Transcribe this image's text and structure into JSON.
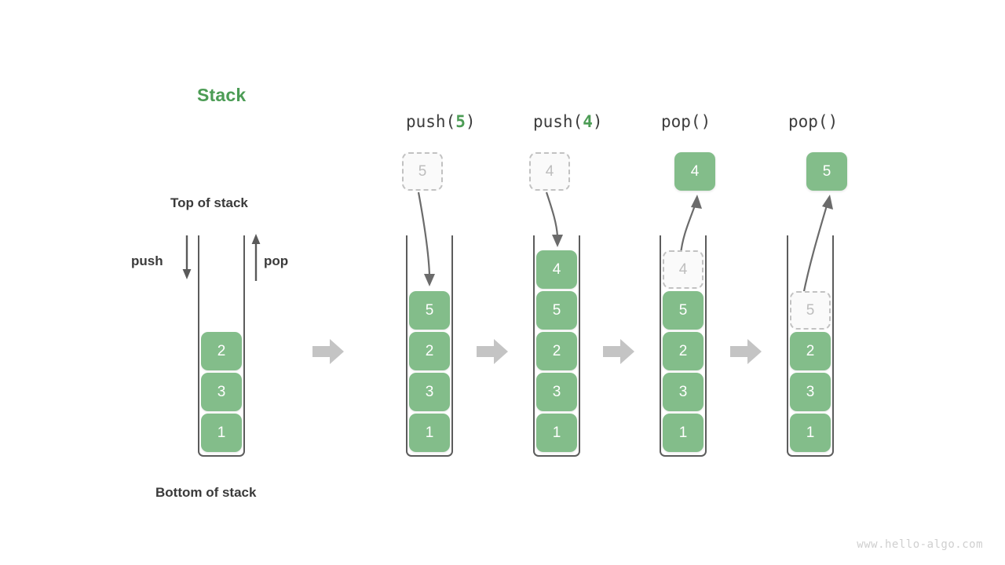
{
  "title": "Stack",
  "labels": {
    "top_of_stack": "Top of stack",
    "bottom_of_stack": "Bottom of stack",
    "push": "push",
    "pop": "pop"
  },
  "watermark": "www.hello-algo.com",
  "colors": {
    "cell_green": "#83bd8a",
    "title_green": "#4c9c55",
    "ghost_border": "#c2c2c2",
    "ghost_text": "#bdbdbd",
    "container_stroke": "#5c5c5c",
    "arrow_gray": "#c4c4c4",
    "curve_arrow": "#6b6b6b",
    "text_dark": "#3a3a3a",
    "watermark": "#cfcfcf"
  },
  "chart_data": {
    "type": "diagram",
    "title": "Stack",
    "description": "Stack push and pop operation sequence",
    "stages": [
      {
        "id": "initial",
        "operation": "",
        "op_prefix": "",
        "op_arg": "",
        "op_suffix": "",
        "cells": [
          "2",
          "3",
          "1"
        ],
        "ghost_in_stack": null,
        "ghost_above": null,
        "floating_above": null
      },
      {
        "id": "push5",
        "operation": "push(5)",
        "op_prefix": "push(",
        "op_arg": "5",
        "op_suffix": ")",
        "cells": [
          "5",
          "2",
          "3",
          "1"
        ],
        "ghost_in_stack": null,
        "ghost_above": "5",
        "floating_above": null
      },
      {
        "id": "push4",
        "operation": "push(4)",
        "op_prefix": "push(",
        "op_arg": "4",
        "op_suffix": ")",
        "cells": [
          "4",
          "5",
          "2",
          "3",
          "1"
        ],
        "ghost_in_stack": null,
        "ghost_above": "4",
        "floating_above": null
      },
      {
        "id": "pop1",
        "operation": "pop()",
        "op_prefix": "pop(",
        "op_arg": "",
        "op_suffix": ")",
        "cells": [
          "5",
          "2",
          "3",
          "1"
        ],
        "ghost_in_stack": "4",
        "ghost_above": null,
        "floating_above": "4"
      },
      {
        "id": "pop2",
        "operation": "pop()",
        "op_prefix": "pop(",
        "op_arg": "",
        "op_suffix": ")",
        "cells": [
          "2",
          "3",
          "1"
        ],
        "ghost_in_stack": "5",
        "ghost_above": null,
        "floating_above": "5"
      }
    ]
  }
}
